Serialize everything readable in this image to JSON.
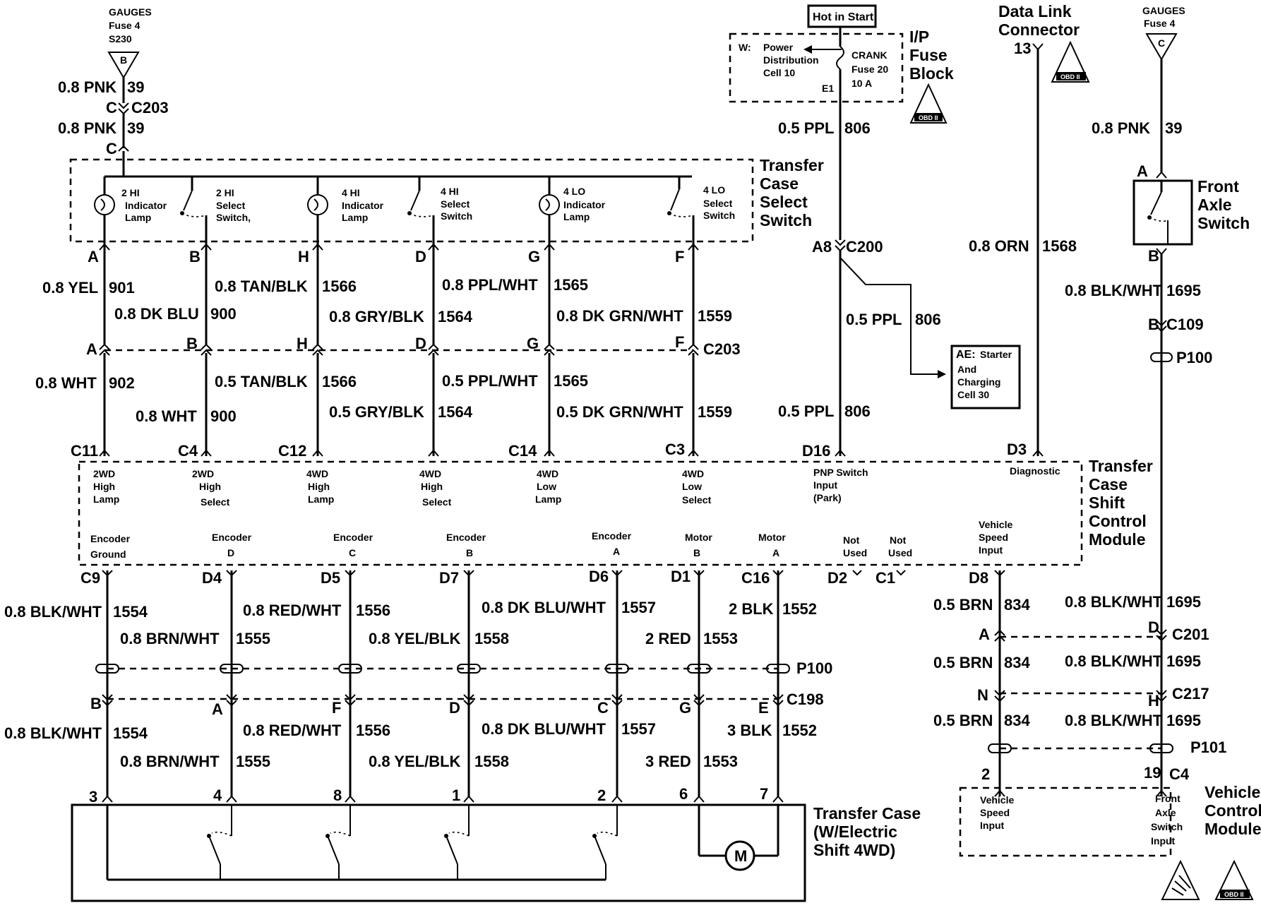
{
  "top": {
    "gauges_fuse4_s230": [
      "GAUGES",
      "Fuse 4",
      "S230"
    ],
    "tri_b": "B",
    "gauges_fuse4_right": [
      "GAUGES",
      "Fuse 4"
    ],
    "tri_c": "C",
    "hot_in_start": "Hot in Start",
    "fuse_w": "W:",
    "fuse_power": [
      "Power",
      "Distribution",
      "Cell 10"
    ],
    "fuse_crank": [
      "CRANK",
      "Fuse 20",
      "10 A"
    ],
    "fuse_e1": "E1",
    "ip_fuse_block": [
      "I/P",
      "Fuse",
      "Block"
    ],
    "obd": "OBD II",
    "dlc": [
      "Data Link",
      "Connector"
    ],
    "dlc_pin": "13"
  },
  "left_feed": {
    "w1": "0.8 PNK",
    "c1": "39",
    "conn_c": "C",
    "conn_c203": "C203",
    "w2": "0.8 PNK",
    "c2": "39",
    "conn_c2": "C"
  },
  "tcss": {
    "title": [
      "Transfer",
      "Case",
      "Select",
      "Switch"
    ],
    "items": [
      [
        "2 HI",
        "Indicator",
        "Lamp"
      ],
      [
        "2 HI",
        "Select",
        "Switch,"
      ],
      [
        "4 HI",
        "Indicator",
        "Lamp"
      ],
      [
        "4 HI",
        "Select",
        "Switch"
      ],
      [
        "4 LO",
        "Indicator",
        "Lamp"
      ],
      [
        "4 LO",
        "Select",
        "Switch"
      ]
    ],
    "pins": [
      "A",
      "B",
      "H",
      "D",
      "G",
      "F"
    ]
  },
  "upper_wires": {
    "a": [
      "0.8 YEL",
      "901"
    ],
    "b": [
      "0.8 DK BLU",
      "900"
    ],
    "h": [
      "0.8 TAN/BLK",
      "1566"
    ],
    "d": [
      "0.8 GRY/BLK",
      "1564"
    ],
    "g": [
      "0.8 PPL/WHT",
      "1565"
    ],
    "f": [
      "0.8 DK GRN/WHT",
      "1559"
    ]
  },
  "c203": {
    "pins": [
      "A",
      "B",
      "H",
      "D",
      "G",
      "F"
    ],
    "name": "C203"
  },
  "mid_wires": {
    "a": [
      "0.8 WHT",
      "902"
    ],
    "b": [
      "0.8 WHT",
      "900"
    ],
    "h": [
      "0.5 TAN/BLK",
      "1566"
    ],
    "d": [
      "0.5 GRY/BLK",
      "1564"
    ],
    "g": [
      "0.5 PPL/WHT",
      "1565"
    ],
    "f": [
      "0.5 DK GRN/WHT",
      "1559"
    ]
  },
  "ppl_feed": {
    "w1": [
      "0.5 PPL",
      "806"
    ],
    "c200_pin": "A8",
    "c200": "C200",
    "w2": [
      "0.5 PPL",
      "806"
    ],
    "w3": [
      "0.5 PPL",
      "806"
    ],
    "ae": [
      "AE:",
      "Starter",
      "And",
      "Charging",
      "Cell 30"
    ]
  },
  "dlc_wire": [
    "0.8 ORN",
    "1568"
  ],
  "front_axle": {
    "w_in": [
      "0.8 PNK",
      "39"
    ],
    "pin_a": "A",
    "pin_b": "B",
    "title": [
      "Front",
      "Axle",
      "Switch"
    ],
    "w1": [
      "0.8 BLK/WHT",
      "1695"
    ],
    "c109_pin": "B",
    "c109": "C109",
    "p100": "P100"
  },
  "tcscm": {
    "title": [
      "Transfer",
      "Case",
      "Shift",
      "Control",
      "Module"
    ],
    "top_pins": [
      "C11",
      "C4",
      "C12",
      "C14",
      "C3",
      "D16",
      "D3"
    ],
    "top_labels": [
      [
        "2WD",
        "High",
        "Lamp"
      ],
      [
        "2WD",
        "High",
        "Select"
      ],
      [
        "4WD",
        "High",
        "Lamp"
      ],
      [
        "4WD",
        "High",
        "Select"
      ],
      [
        "4WD",
        "Low",
        "Lamp"
      ],
      [
        "4WD",
        "Low",
        "Select"
      ],
      [
        "PNP Switch",
        "Input",
        "(Park)"
      ],
      [
        "Diagnostic"
      ]
    ],
    "bottom_labels": [
      [
        "Encoder",
        "Ground"
      ],
      [
        "Encoder",
        "D"
      ],
      [
        "Encoder",
        "C"
      ],
      [
        "Encoder",
        "B"
      ],
      [
        "Encoder",
        "A"
      ],
      [
        "Motor",
        "B"
      ],
      [
        "Motor",
        "A"
      ],
      [
        "Not",
        "Used"
      ],
      [
        "Not",
        "Used"
      ],
      [
        "Vehicle",
        "Speed",
        "Input"
      ]
    ],
    "bottom_pins": [
      "C9",
      "D4",
      "D5",
      "D7",
      "D6",
      "D1",
      "C16",
      "D2",
      "C1",
      "D8"
    ]
  },
  "lower_wires": {
    "c9": [
      "0.8 BLK/WHT",
      "1554"
    ],
    "d4": [
      "0.8 BRN/WHT",
      "1555"
    ],
    "d5": [
      "0.8 RED/WHT",
      "1556"
    ],
    "d7": [
      "0.8 YEL/BLK",
      "1558"
    ],
    "d6": [
      "0.8 DK BLU/WHT",
      "1557"
    ],
    "d1": [
      "2 RED",
      "1553"
    ],
    "c16": [
      "2 BLK",
      "1552"
    ]
  },
  "p100": "P100",
  "c198": {
    "pins": [
      "B",
      "A",
      "F",
      "D",
      "C",
      "G",
      "E"
    ],
    "name": "C198"
  },
  "bottom_wires": {
    "b": [
      "0.8 BLK/WHT",
      "1554"
    ],
    "a": [
      "0.8 BRN/WHT",
      "1555"
    ],
    "f": [
      "0.8 RED/WHT",
      "1556"
    ],
    "d": [
      "0.8 YEL/BLK",
      "1558"
    ],
    "c": [
      "0.8 DK BLU/WHT",
      "1557"
    ],
    "g": [
      "3 RED",
      "1553"
    ],
    "e": [
      "3 BLK",
      "1552"
    ]
  },
  "transfer_case": {
    "pins": [
      "3",
      "4",
      "8",
      "1",
      "2",
      "6",
      "7"
    ],
    "title": [
      "Transfer Case",
      "(W/Electric",
      "Shift 4WD)"
    ],
    "motor": "M"
  },
  "vss_branch": {
    "w1": [
      "0.5 BRN",
      "834"
    ],
    "c201_pin": "A",
    "w2": [
      "0.5 BRN",
      "834"
    ],
    "c217_pin": "N",
    "w3": [
      "0.5 BRN",
      "834"
    ]
  },
  "fas_branch": {
    "w1": [
      "0.8 BLK/WHT",
      "1695"
    ],
    "c201_pin": "D",
    "c201": "C201",
    "w2": [
      "0.8 BLK/WHT",
      "1695"
    ],
    "c217_pin": "H",
    "c217": "C217",
    "w3": [
      "0.8 BLK/WHT",
      "1695"
    ],
    "p101": "P101"
  },
  "vcm": {
    "pin_vss": "2",
    "pin_fas": "19",
    "conn": "C4",
    "title": [
      "Vehicle",
      "Control",
      "Module"
    ],
    "vss": [
      "Vehicle",
      "Speed",
      "Input"
    ],
    "fas": [
      "Front",
      "Axle",
      "Switch",
      "Input"
    ]
  }
}
